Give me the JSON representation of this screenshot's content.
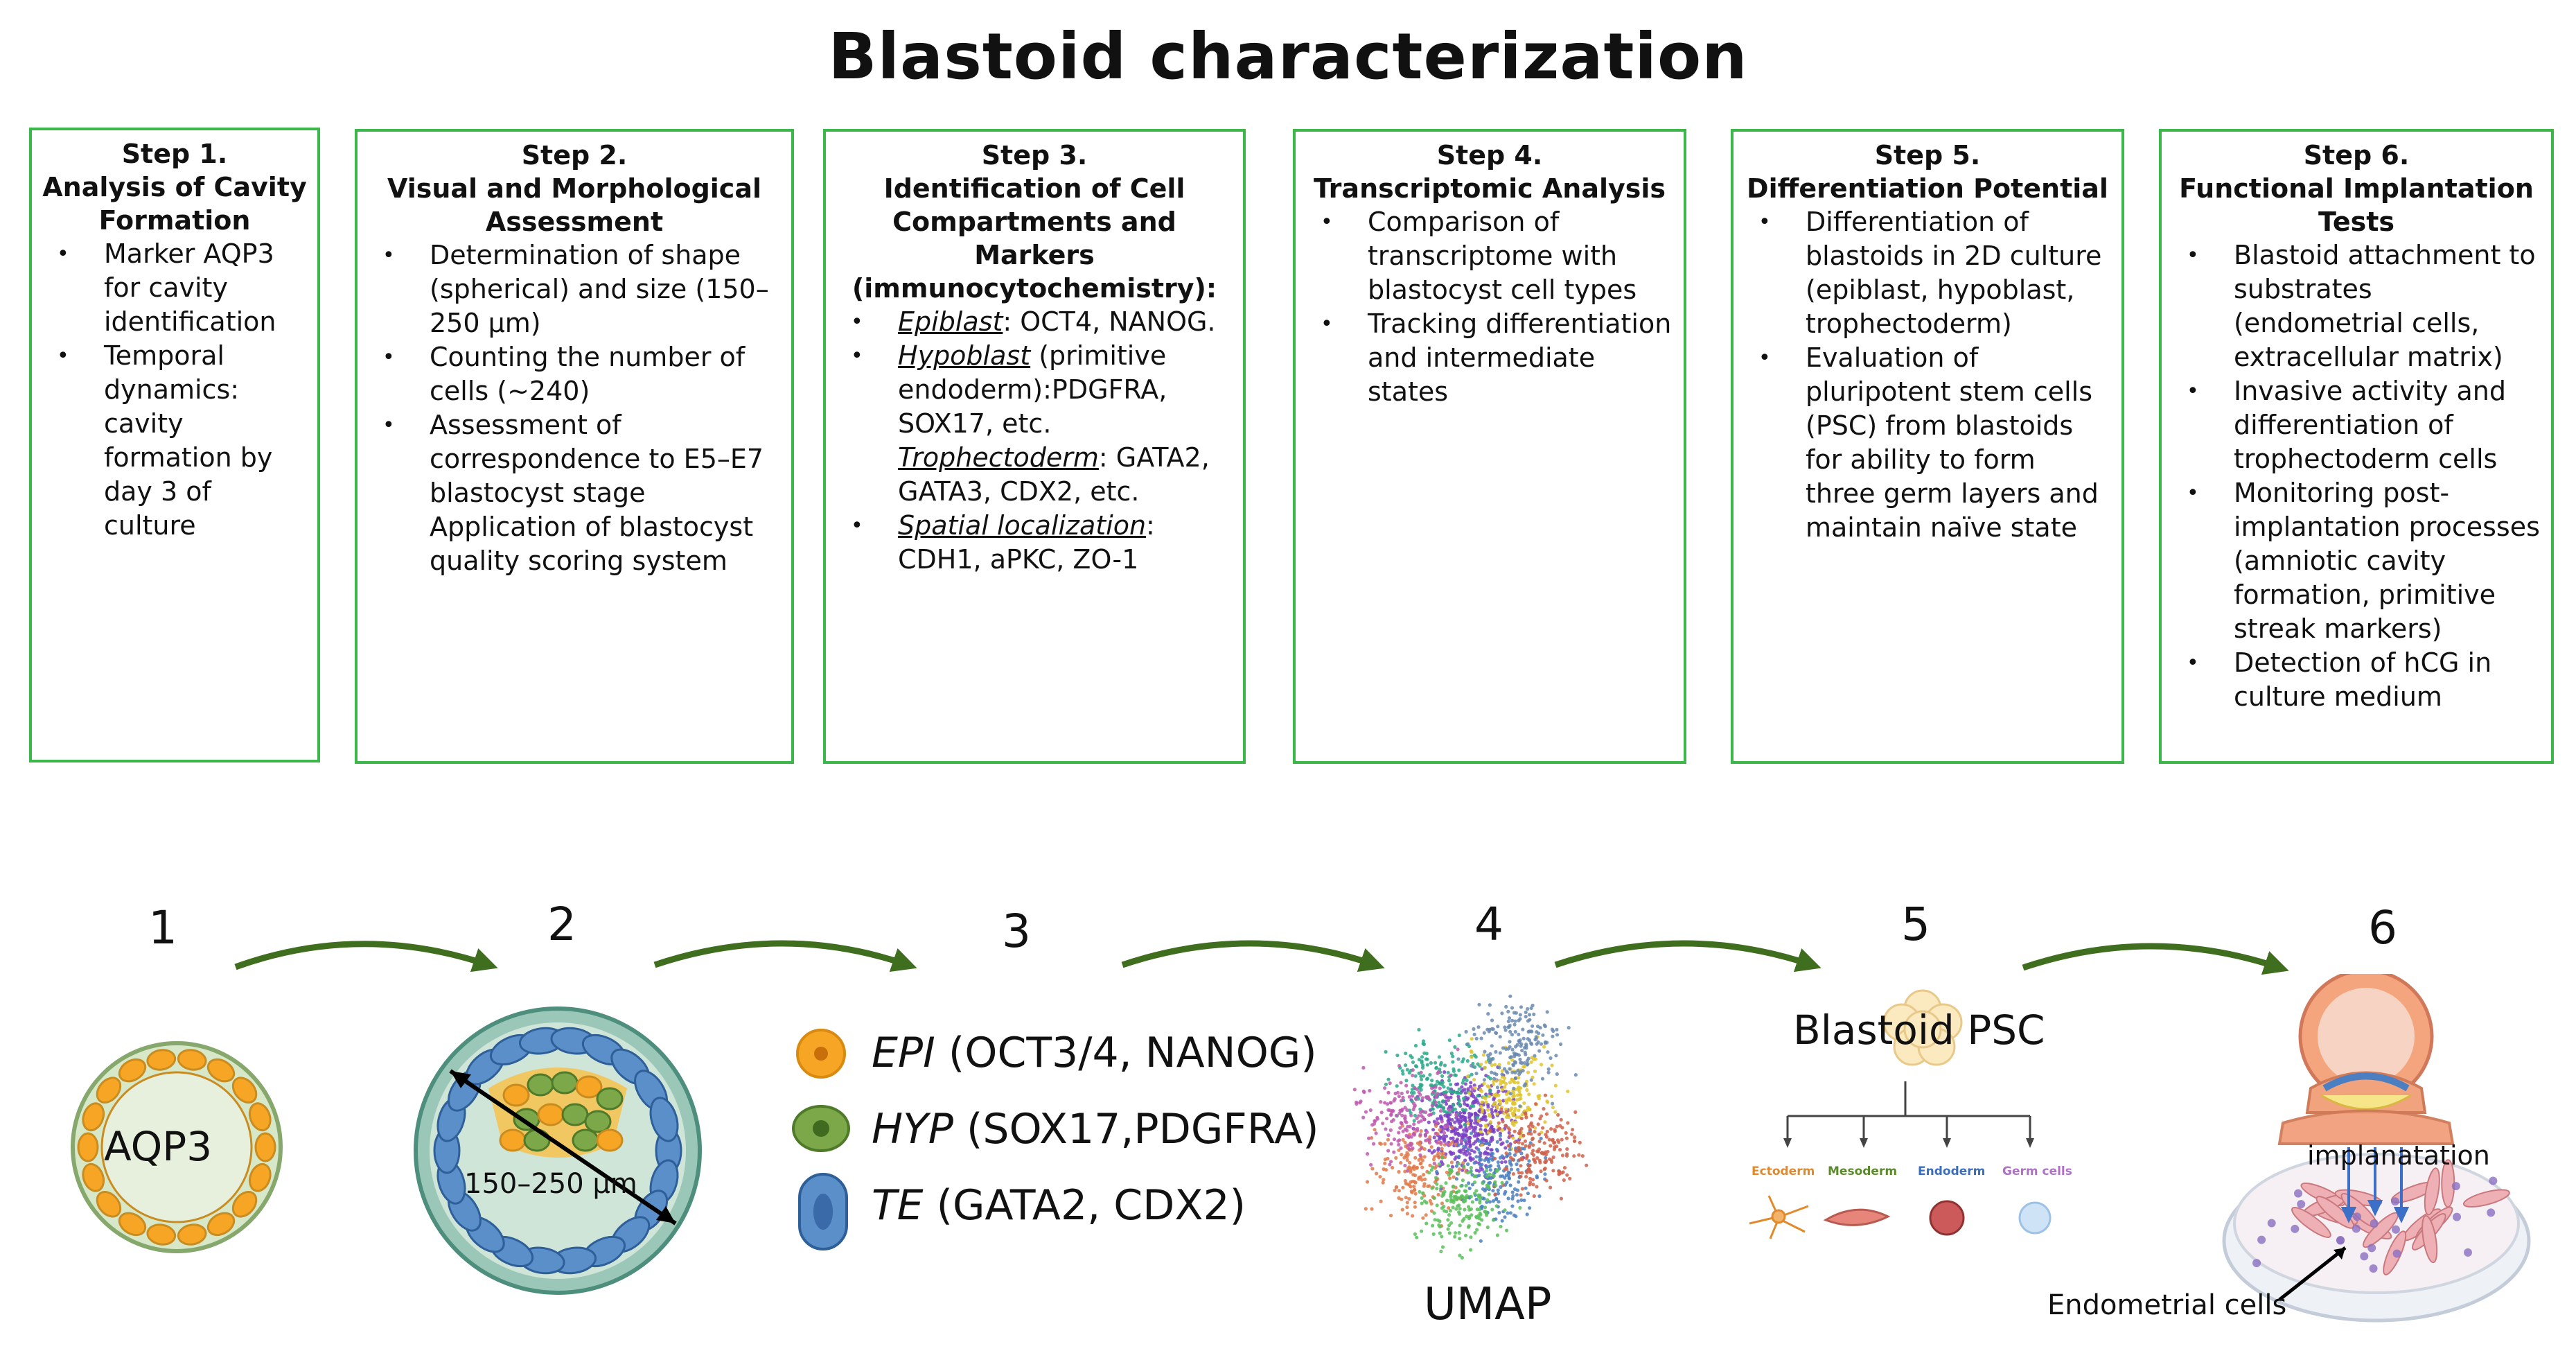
{
  "title": "Blastoid characterization",
  "steps": [
    {
      "heading": [
        "Step 1.",
        "Analysis of Cavity",
        "Formation"
      ],
      "bullets": [
        {
          "text": "Marker AQP3 for cavity identification"
        },
        {
          "text": "Temporal dynamics: cavity formation by day 3 of culture"
        }
      ]
    },
    {
      "heading": [
        "Step 2.",
        "Visual and Morphological",
        "Assessment"
      ],
      "bullets": [
        {
          "text": "Determination of shape (spherical) and size (150–250 μm)"
        },
        {
          "text": "Counting the number of cells (~240)"
        },
        {
          "text": "Assessment of correspondence to E5–E7 blastocyst stage",
          "cont": "Application of blastocyst quality scoring system"
        }
      ]
    },
    {
      "heading": [
        "Step 3.",
        "Identification of Cell",
        "Compartments and Markers",
        "(immunocytochemistry):"
      ],
      "bullets": [
        {
          "u": "Epiblast",
          "text": ": OCT4, NANOG."
        },
        {
          "u": "Hypoblast",
          "text": " (primitive endoderm):PDGFRA, SOX17, etc.",
          "extra_u": "Trophectoderm",
          "extra_text": ": GATA2, GATA3, CDX2, etc."
        },
        {
          "u": "Spatial localization",
          "text": ": CDH1, aPKC, ZO-1"
        }
      ]
    },
    {
      "heading": [
        "Step 4.",
        "Transcriptomic Analysis"
      ],
      "bullets": [
        {
          "text": "Comparison of transcriptome with blastocyst cell types"
        },
        {
          "text": "Tracking differentiation and intermediate states"
        }
      ]
    },
    {
      "heading": [
        "Step 5.",
        "Differentiation Potential"
      ],
      "bullets": [
        {
          "text": "Differentiation of blastoids in 2D culture (epiblast, hypoblast, trophectoderm)"
        },
        {
          "text": "Evaluation of pluripotent stem cells (PSC) from blastoids for ability to form three germ layers and maintain naïve state"
        }
      ]
    },
    {
      "heading": [
        "Step 6.",
        "Functional Implantation",
        "Tests"
      ],
      "bullets": [
        {
          "text": "Blastoid attachment to substrates (endometrial cells, extracellular matrix)"
        },
        {
          "text": "Invasive activity and differentiation of trophectoderm cells"
        },
        {
          "text": "Monitoring post-implantation processes (amniotic cavity formation, primitive streak markers)"
        },
        {
          "text": "Detection of hCG in culture medium"
        }
      ]
    }
  ],
  "numbers": [
    "1",
    "2",
    "3",
    "4",
    "5",
    "6"
  ],
  "illustrations": {
    "aqp3_label": "AQP3",
    "size_label": "150–250 μm",
    "markers": [
      {
        "name": "EPI",
        "detail": " (OCT3/4, NANOG)"
      },
      {
        "name": "HYP",
        "detail": " (SOX17,PDGFRA)"
      },
      {
        "name": "TE",
        "detail": " (GATA2, CDX2)"
      }
    ],
    "umap_label": "UMAP",
    "psc_label": "Blastoid PSC",
    "germ_layers": [
      "Ectoderm",
      "Mesoderm",
      "Endoderm",
      "Germ cells"
    ],
    "implantation_label": "implanatation",
    "endometrial_label": "Endometrial cells"
  },
  "colors": {
    "box_border": "#3cb84b",
    "arrow": "#3f6e1f",
    "epi": "#f6a624",
    "hyp": "#6a9a3a",
    "te": "#5b8fc9",
    "ectoderm": "#e08a2c",
    "mesoderm": "#5a8a2a",
    "endoderm": "#3a6fc0",
    "germ": "#b070c8"
  }
}
